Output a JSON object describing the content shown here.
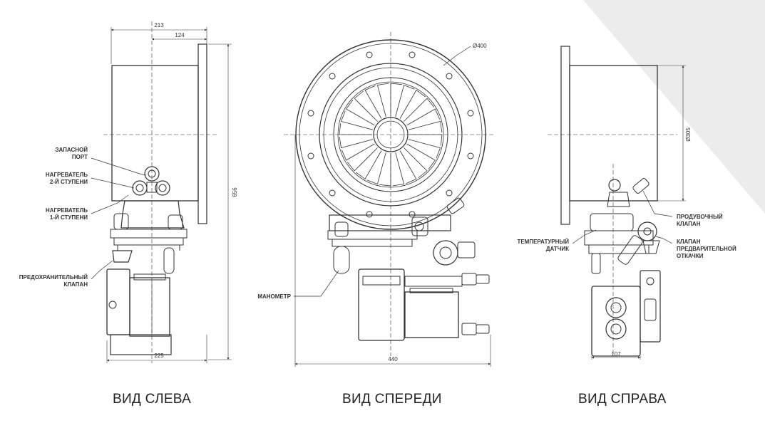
{
  "views": {
    "left": {
      "title": "ВИД СЛЕВА",
      "dims": {
        "top_total": "213",
        "top_part": "124",
        "height": "656",
        "bottom": "225"
      },
      "labels": {
        "spare_port": [
          "ЗАПАСНОЙ",
          "ПОРТ"
        ],
        "heater_stage2": [
          "НАГРЕВАТЕЛЬ",
          "2-Й СТУПЕНИ"
        ],
        "heater_stage1": [
          "НАГРЕВАТЕЛЬ",
          "1-Й СТУПЕНИ"
        ],
        "safety_valve": [
          "ПРЕДОХРАНИТЕЛЬНЫЙ",
          "КЛАПАН"
        ]
      }
    },
    "front": {
      "title": "ВИД СПЕРЕДИ",
      "dims": {
        "diameter": "Ø400",
        "bottom": "440"
      },
      "labels": {
        "manometer": [
          "МАНОМЕТР"
        ]
      }
    },
    "right": {
      "title": "ВИД СПРАВА",
      "dims": {
        "diameter": "Ø305",
        "bottom": "107"
      },
      "labels": {
        "temp_sensor": [
          "ТЕМПЕРАТУРНЫЙ",
          "ДАТЧИК"
        ],
        "purge_valve": [
          "ПРОДУВОЧНЫЙ",
          "КЛАПАН"
        ],
        "prevac_valve": [
          "КЛАПАН",
          "ПРЕДВАРИТЕЛЬНОЙ",
          "ОТКАЧКИ"
        ]
      }
    }
  },
  "colors": {
    "line": "#333333",
    "corner": "#ececec",
    "background": "#ffffff"
  }
}
